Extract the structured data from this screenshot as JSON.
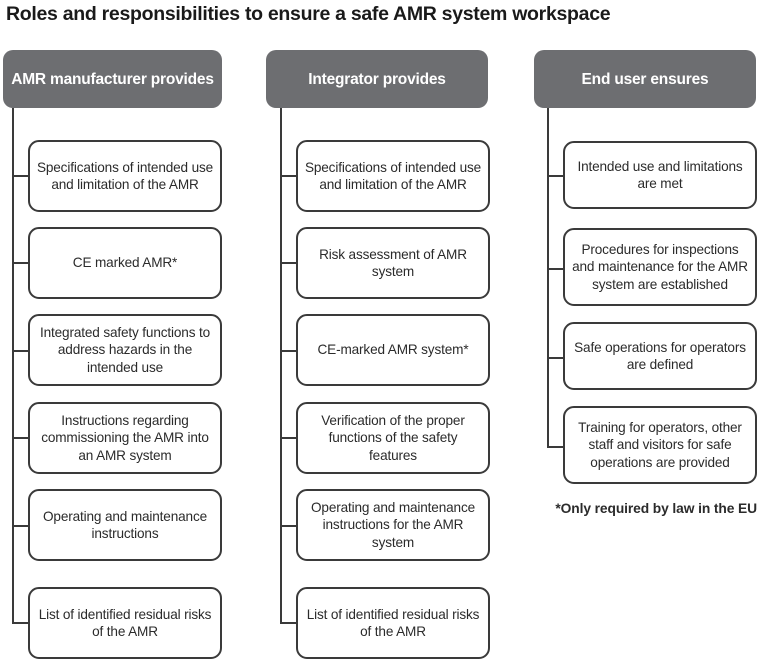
{
  "title": "Roles and responsibilities to ensure a safe AMR system workspace",
  "colors": {
    "header_fill": "#6d6e71",
    "header_text": "#ffffff",
    "node_border": "#3a3a3a",
    "node_fill": "#ffffff",
    "text": "#2b2b2b",
    "title_text": "#1a1a1a"
  },
  "columns": [
    {
      "id": "amr-manufacturer",
      "header": "AMR manufacturer provides",
      "items": [
        "Specifications of intended use and limitation of the AMR",
        "CE marked AMR*",
        "Integrated safety functions to address hazards in the intended use",
        "Instructions regarding commissioning the AMR into an AMR system",
        "Operating and maintenance instructions",
        "List of identified residual risks of the AMR"
      ]
    },
    {
      "id": "integrator",
      "header": "Integrator provides",
      "items": [
        "Specifications of intended use and limitation of the AMR",
        "Risk assessment of AMR system",
        "CE-marked AMR system*",
        "Verification of the proper functions of the safety features",
        "Operating and maintenance instructions for the AMR system",
        "List of identified residual risks of the AMR"
      ]
    },
    {
      "id": "end-user",
      "header": "End user ensures",
      "items": [
        "Intended use and limitations are met",
        "Procedures for inspections and maintenance for the AMR system are established",
        "Safe operations for operators are defined",
        "Training for operators, other staff and visitors for safe operations are provided"
      ]
    }
  ],
  "footnote": "*Only required by law in the EU"
}
